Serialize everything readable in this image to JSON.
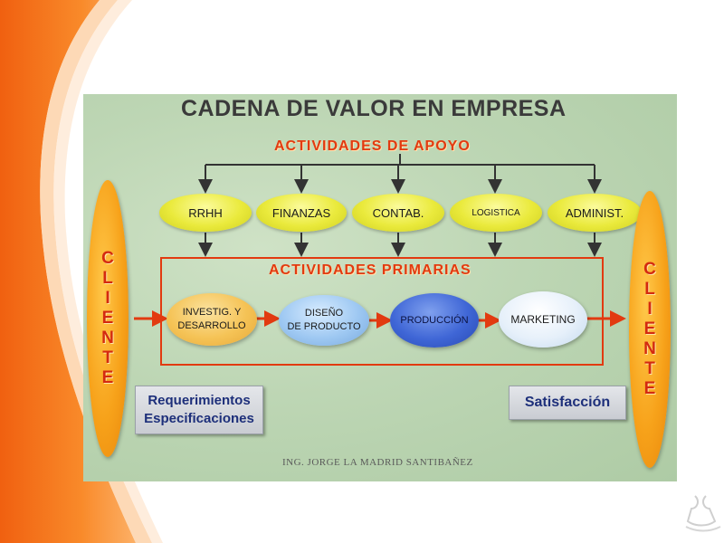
{
  "diagram": {
    "title": "CADENA DE VALOR EN EMPRESA",
    "support_header": "ACTIVIDADES  DE  APOYO",
    "primary_header": "ACTIVIDADES  PRIMARIAS",
    "support_activities": [
      "RRHH",
      "FINANZAS",
      "CONTAB.",
      "LOGISTICA",
      "ADMINIST."
    ],
    "primary_activities": [
      {
        "line1": "INVESTIG. Y",
        "line2": "DESARROLLO"
      },
      {
        "line1": "DISEÑO",
        "line2": "DE PRODUCTO"
      },
      {
        "line1": "PRODUCCIÓN",
        "line2": ""
      },
      {
        "line1": "MARKETING",
        "line2": ""
      }
    ],
    "client_left": "CLIENTE",
    "client_right": "CLIENTE",
    "input_box": {
      "line1": "Requerimientos",
      "line2": "Especificaciones"
    },
    "output_box": "Satisfacción",
    "footer": "ING. JORGE  LA MADRID SANTIBAÑEZ"
  },
  "colors": {
    "accent_red": "#e23a10",
    "arrow_dark": "#333333"
  }
}
